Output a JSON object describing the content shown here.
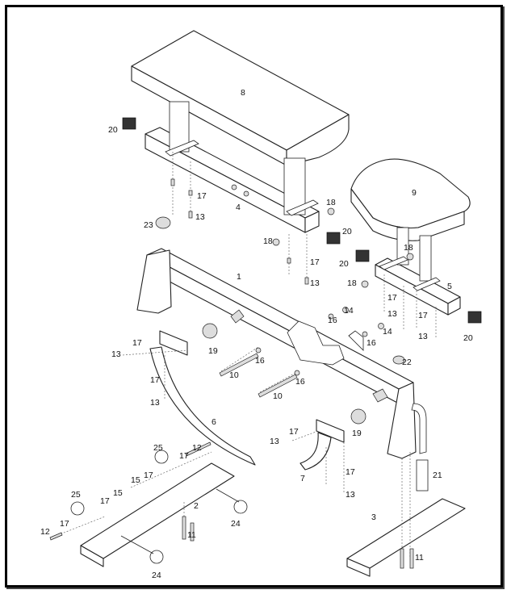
{
  "labels": [
    {
      "id": "l8",
      "text": "8"
    },
    {
      "id": "l9",
      "text": "9"
    },
    {
      "id": "l1",
      "text": "1"
    },
    {
      "id": "l4",
      "text": "4"
    },
    {
      "id": "l5",
      "text": "5"
    },
    {
      "id": "l6",
      "text": "6"
    },
    {
      "id": "l7",
      "text": "7"
    },
    {
      "id": "l2",
      "text": "2"
    },
    {
      "id": "l3",
      "text": "3"
    },
    {
      "id": "l20a",
      "text": "20"
    },
    {
      "id": "l20b",
      "text": "20"
    },
    {
      "id": "l20c",
      "text": "20"
    },
    {
      "id": "l20d",
      "text": "20"
    },
    {
      "id": "l17a",
      "text": "17"
    },
    {
      "id": "l13a",
      "text": "13"
    },
    {
      "id": "l18a",
      "text": "18"
    },
    {
      "id": "l18b",
      "text": "18"
    },
    {
      "id": "l23",
      "text": "23"
    },
    {
      "id": "l17b",
      "text": "17"
    },
    {
      "id": "l13b",
      "text": "13"
    },
    {
      "id": "l18c",
      "text": "18"
    },
    {
      "id": "l18d",
      "text": "18"
    },
    {
      "id": "l17c",
      "text": "17"
    },
    {
      "id": "l13c",
      "text": "13"
    },
    {
      "id": "l17d",
      "text": "17"
    },
    {
      "id": "l13d",
      "text": "13"
    },
    {
      "id": "l14a",
      "text": "14"
    },
    {
      "id": "l16a",
      "text": "16"
    },
    {
      "id": "l14b",
      "text": "14"
    },
    {
      "id": "l16b",
      "text": "16"
    },
    {
      "id": "l19a",
      "text": "19"
    },
    {
      "id": "l17e",
      "text": "17"
    },
    {
      "id": "l13e",
      "text": "13"
    },
    {
      "id": "l17f",
      "text": "17"
    },
    {
      "id": "l13f",
      "text": "13"
    },
    {
      "id": "l16c",
      "text": "16"
    },
    {
      "id": "l10a",
      "text": "10"
    },
    {
      "id": "l16d",
      "text": "16"
    },
    {
      "id": "l10b",
      "text": "10"
    },
    {
      "id": "l22",
      "text": "22"
    },
    {
      "id": "l19b",
      "text": "19"
    },
    {
      "id": "l13g",
      "text": "13"
    },
    {
      "id": "l17g",
      "text": "17"
    },
    {
      "id": "l17h",
      "text": "17"
    },
    {
      "id": "l13h",
      "text": "13"
    },
    {
      "id": "l25a",
      "text": "25"
    },
    {
      "id": "l12a",
      "text": "12"
    },
    {
      "id": "l17i",
      "text": "17"
    },
    {
      "id": "l15a",
      "text": "15"
    },
    {
      "id": "l17j",
      "text": "17"
    },
    {
      "id": "l25b",
      "text": "25"
    },
    {
      "id": "l17k",
      "text": "17"
    },
    {
      "id": "l15b",
      "text": "15"
    },
    {
      "id": "l17l",
      "text": "17"
    },
    {
      "id": "l12b",
      "text": "12"
    },
    {
      "id": "l21",
      "text": "21"
    },
    {
      "id": "l24a",
      "text": "24"
    },
    {
      "id": "l24b",
      "text": "24"
    },
    {
      "id": "l11a",
      "text": "11"
    },
    {
      "id": "l11b",
      "text": "11"
    }
  ]
}
